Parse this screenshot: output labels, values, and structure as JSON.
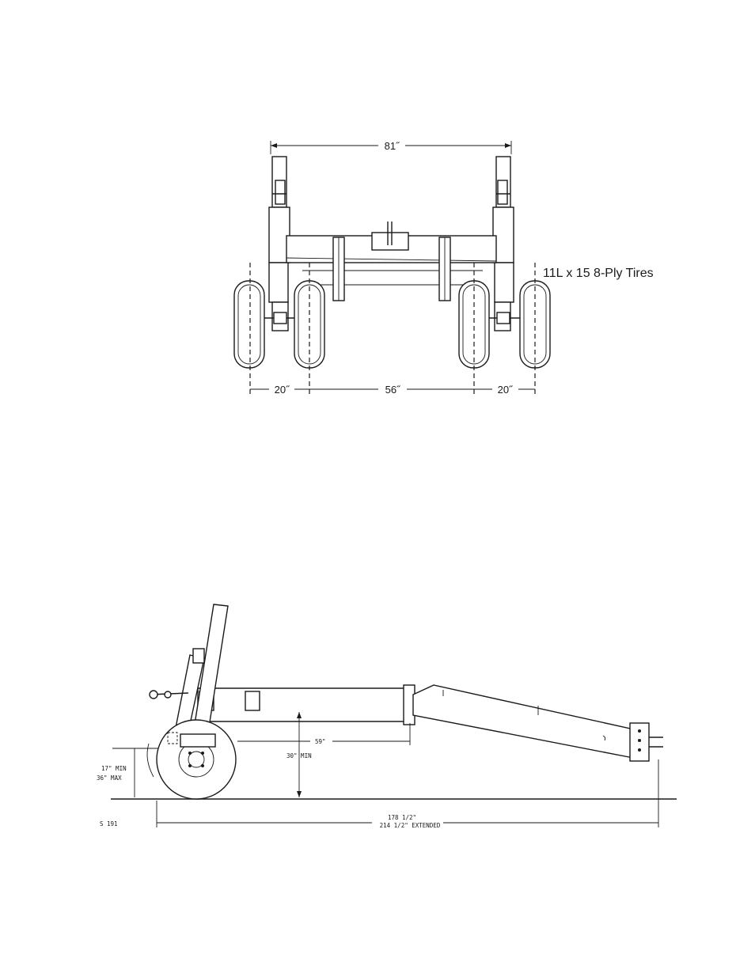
{
  "front_view": {
    "overall_width": "81˝",
    "left_track": "20˝",
    "center_track": "56˝",
    "right_track": "20˝",
    "tire_note": "11L x 15 8-Ply Tires"
  },
  "side_view": {
    "tongue_length": "59\"",
    "frame_height": "30\" MIN",
    "lift_min": "17\" MIN",
    "lift_max": "36\" MAX",
    "overall_length": "178 1/2\"",
    "extended_length": "214 1/2\" EXTENDED",
    "drawing_number": "S 191"
  }
}
